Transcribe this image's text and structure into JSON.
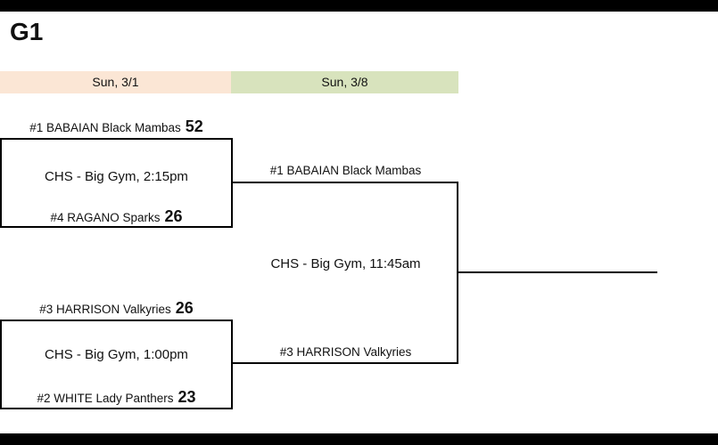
{
  "title": "G1",
  "columns": [
    {
      "label": "Sun, 3/1",
      "color": "#fbe6d5"
    },
    {
      "label": "Sun, 3/8",
      "color": "#d8e3bd"
    }
  ],
  "round1": [
    {
      "top_team": "#1 BABAIAN Black Mambas",
      "top_score": "52",
      "venue": "CHS - Big Gym, 2:15pm",
      "bottom_team": "#4 RAGANO Sparks",
      "bottom_score": "26"
    },
    {
      "top_team": "#3 HARRISON Valkyries",
      "top_score": "26",
      "venue": "CHS - Big Gym, 1:00pm",
      "bottom_team": "#2 WHITE Lady Panthers",
      "bottom_score": "23"
    }
  ],
  "round2": {
    "top_winner": "#1 BABAIAN Black Mambas",
    "venue": "CHS - Big Gym, 11:45am",
    "bottom_winner": "#3 HARRISON Valkyries"
  }
}
